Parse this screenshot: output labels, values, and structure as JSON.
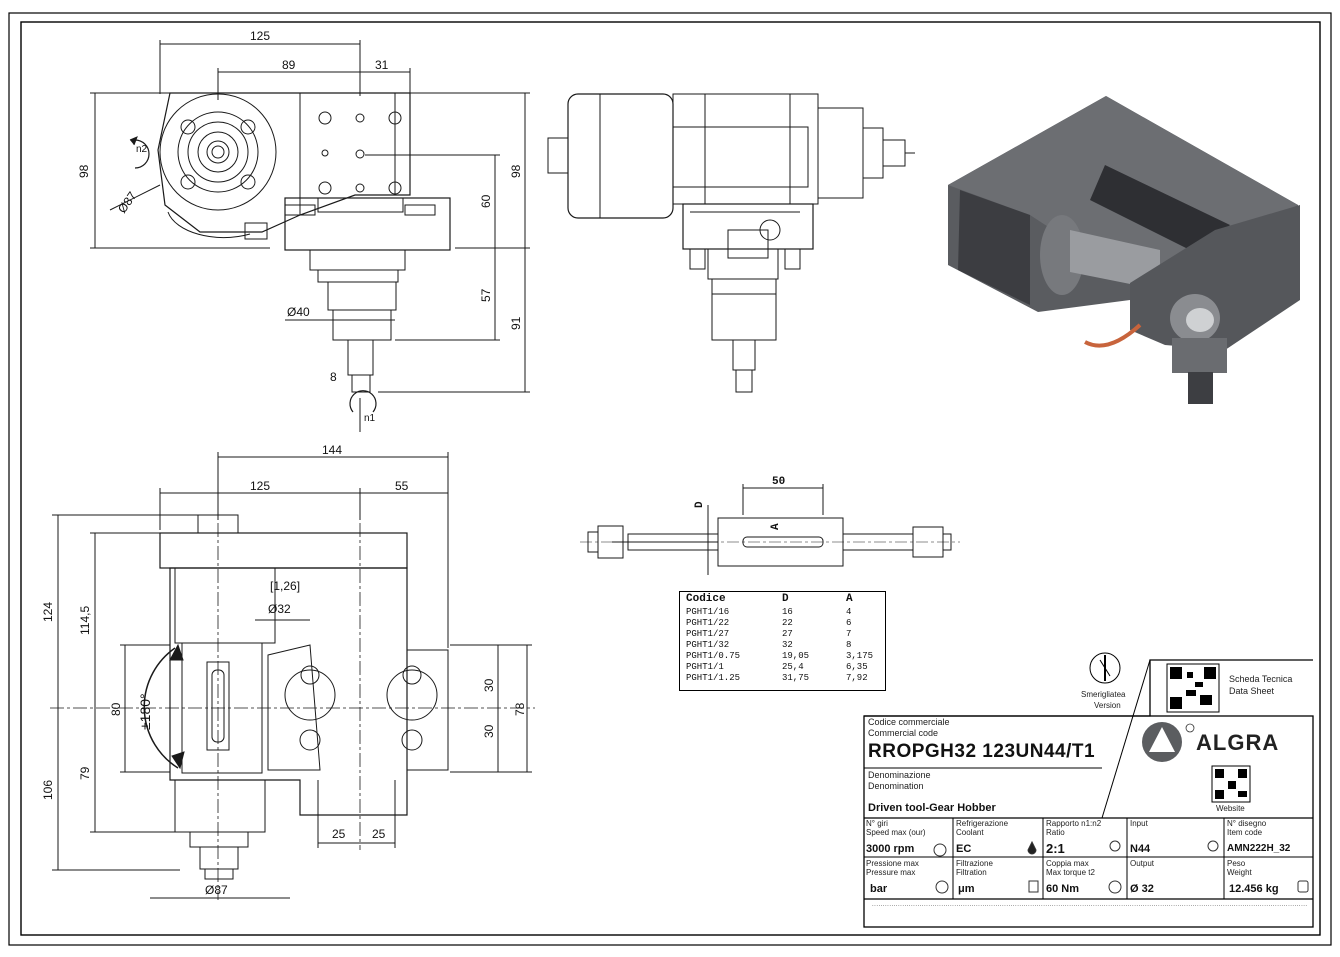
{
  "views": {
    "top": {
      "dims": {
        "w125": "125",
        "w89": "89",
        "w31": "31",
        "h98_left": "98",
        "d87": "Ø87",
        "n2": "n2",
        "h60": "60",
        "h98_right": "98",
        "h57": "57",
        "h91": "91",
        "d40": "Ø40",
        "w8": "8",
        "n1": "n1"
      }
    },
    "front": {
      "dims": {
        "w144": "144",
        "w125": "125",
        "w55": "55",
        "h124": "124",
        "h114": "114,5",
        "tol": "[1,26]",
        "d32": "Ø32",
        "h80": "80",
        "rot": "±180°",
        "h30a": "30",
        "h30b": "30",
        "h78": "78",
        "h79": "79",
        "h106": "106",
        "w25a": "25",
        "w25b": "25",
        "d87": "Ø87"
      }
    },
    "arbor": {
      "w50": "50",
      "D": "D",
      "A": "A"
    }
  },
  "size_table": {
    "headers": [
      "Codice",
      "D",
      "A"
    ],
    "rows": [
      [
        "PGHT1/16",
        "16",
        "4"
      ],
      [
        "PGHT1/22",
        "22",
        "6"
      ],
      [
        "PGHT1/27",
        "27",
        "7"
      ],
      [
        "PGHT1/32",
        "32",
        "8"
      ],
      [
        "PGHT1/0.75",
        "19,05",
        "3,175"
      ],
      [
        "PGHT1/1",
        "25,4",
        "6,35"
      ],
      [
        "PGHT1/1.25",
        "31,75",
        "7,92"
      ]
    ]
  },
  "title_block": {
    "smerig_it": "Smerigliatea",
    "smerig_en": "Version",
    "scheda_it": "Scheda Tecnica",
    "scheda_en": "Data Sheet",
    "website": "Website",
    "brand": "ALGRA",
    "code_label_it": "Codice commerciale",
    "code_label_en": "Commercial code",
    "code": "RROPGH32 123UN44/T1",
    "denom_it": "Denominazione",
    "denom_en": "Denomination",
    "denom": "Driven tool-Gear Hobber",
    "cells": [
      {
        "l1": "N° giri",
        "l2": "Speed max (our)",
        "v": "3000 rpm"
      },
      {
        "l1": "Refrigerazione",
        "l2": "Coolant",
        "v": "EC"
      },
      {
        "l1": "Rapporto n1:n2",
        "l2": "Ratio",
        "v": "2:1"
      },
      {
        "l1": "Input",
        "l2": "",
        "v": "N44"
      },
      {
        "l1": "N° disegno",
        "l2": "Item code",
        "v": "AMN222H_32"
      },
      {
        "l1": "Pressione max",
        "l2": "Pressure max",
        "v": "bar"
      },
      {
        "l1": "Filtrazione",
        "l2": "Filtration",
        "v": "μm"
      },
      {
        "l1": "Coppia max",
        "l2": "Max torque t2",
        "v": "60 Nm"
      },
      {
        "l1": "Output",
        "l2": "",
        "v": "Ø 32"
      },
      {
        "l1": "Peso",
        "l2": "Weight",
        "v": "12.456 kg"
      }
    ],
    "footer_note": "................................................................................................................................................................................................................................................................"
  },
  "colors": {
    "line": "#1a1a1a",
    "body_gray": "#5a5c60",
    "body_dark": "#2e2f33",
    "hose": "#c8643c",
    "logo_gray": "#5b5d60"
  }
}
